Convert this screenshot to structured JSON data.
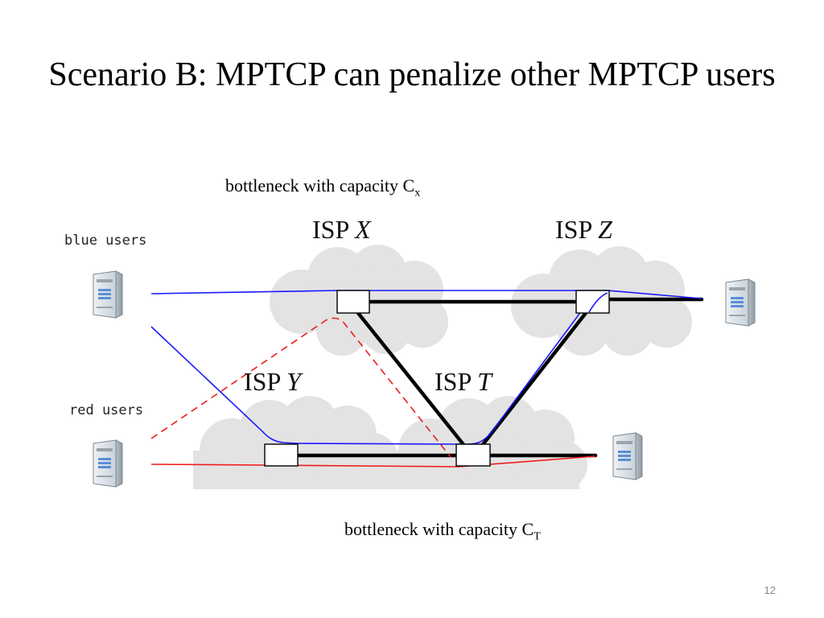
{
  "slide": {
    "title": "Scenario B: MPTCP can penalize other MPTCP users",
    "page_number": "12"
  },
  "captions": {
    "top_text": "bottleneck with capacity C",
    "top_subscript": "x",
    "bottom_text": "bottleneck with capacity C",
    "bottom_subscript": "T"
  },
  "groups": {
    "blue": "blue users",
    "red": "red users"
  },
  "isps": {
    "prefix": "ISP",
    "x": "X",
    "z": "Z",
    "y": "Y",
    "t": "T"
  },
  "colors": {
    "blue_path": "#1a1aff",
    "red_path": "#ee1c1c",
    "cloud": "#e3e3e3",
    "link": "#000000"
  }
}
